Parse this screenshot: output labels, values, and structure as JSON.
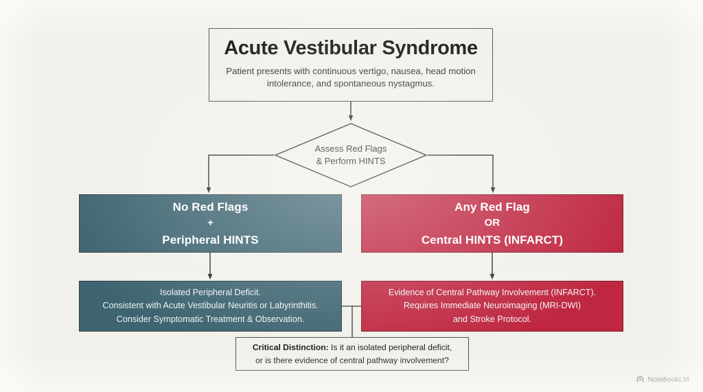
{
  "colors": {
    "background": "#f1f0ea",
    "teal": "#3d6470",
    "crimson": "#bf2741",
    "stroke": "#4a4a48",
    "text_dark": "#141414",
    "text_light": "#ffffff"
  },
  "title_box": {
    "headline": "Acute Vestibular Syndrome",
    "subtitle": "Patient presents with continuous vertigo, nausea, head motion intolerance, and spontaneous nystagmus."
  },
  "decision": {
    "line1": "Assess Red Flags",
    "line2": "& Perform HINTS"
  },
  "branch_left": {
    "line1": "No Red Flags",
    "line2": "+",
    "line3": "Peripheral HINTS"
  },
  "branch_right": {
    "line1": "Any Red Flag",
    "line2": "OR",
    "line3": "Central HINTS (INFARCT)"
  },
  "outcome_left": {
    "line1": "Isolated Peripheral Deficit.",
    "line2": "Consistent with Acute Vestibular Neuritis or Labyrinthitis.",
    "line3": "Consider Symptomatic Treatment & Observation."
  },
  "outcome_right": {
    "line1": "Evidence of Central Pathway Involvement (INFARCT).",
    "line2": "Requires Immediate Neuroimaging (MRI-DWI)",
    "line3": "and Stroke Protocol."
  },
  "note": {
    "label": "Critical Distinction:",
    "question_part1": " Is it an isolated peripheral deficit,",
    "question_part2": "or is there evidence of central pathway involvement?"
  },
  "watermark": {
    "text": "NotebookLM"
  }
}
